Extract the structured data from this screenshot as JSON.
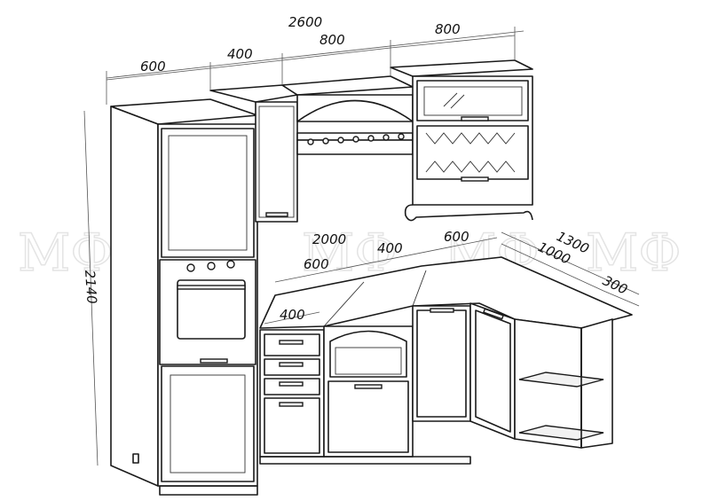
{
  "watermark": "МФ",
  "dimensions": {
    "upper_total": "2600",
    "upper_tall": "600",
    "upper_narrow": "400",
    "upper_hood": "800",
    "upper_right": "800",
    "height": "2140",
    "lower_total": "2000",
    "lower_600": "600",
    "lower_400": "400",
    "lower_600_right": "600",
    "drawer_400": "400",
    "side_1300": "1300",
    "side_1000": "1000",
    "side_300": "300"
  }
}
